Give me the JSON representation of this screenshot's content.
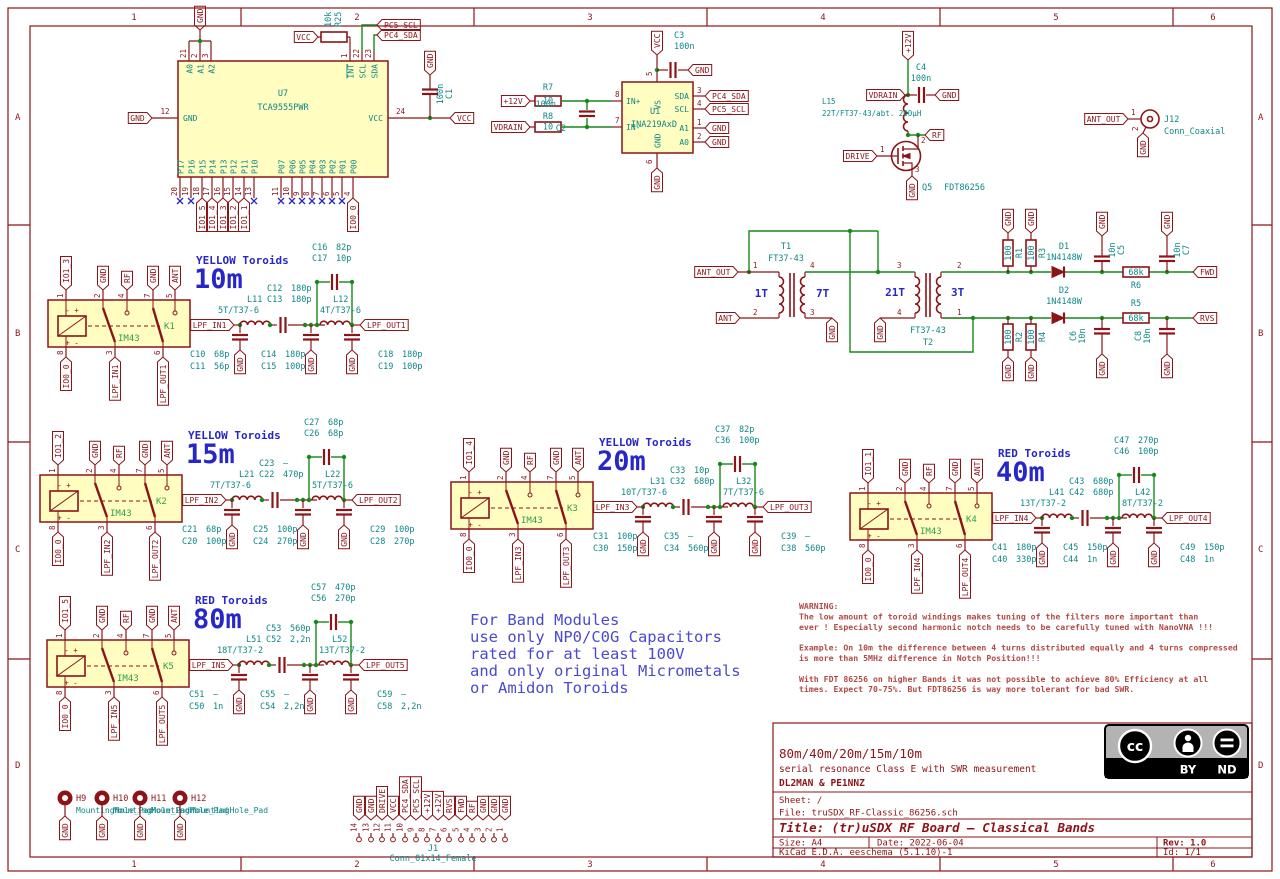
{
  "common": {
    "gnd": "GND",
    "vcc": "VCC",
    "rf": "RF",
    "ant": "ANT",
    "ant_out": "ANT_OUT",
    "v12": "+12V",
    "vdrain": "VDRAIN",
    "drive": "DRIVE",
    "fwd": "FWD",
    "rvs": "RVS",
    "pc4_sda": "PC4_SDA",
    "pc5_scl": "PC5_SCL",
    "io0": "IO0_0"
  },
  "sheet": {
    "columns": [
      "1",
      "2",
      "3",
      "4",
      "5",
      "6"
    ],
    "rows": [
      "A",
      "B",
      "C",
      "D"
    ]
  },
  "colors": {
    "component_red": "#8c1418",
    "wire_green": "#16891b",
    "field_teal": "#0d8787",
    "heading_blue": "#2727c8",
    "note_blue": "#4a4acd",
    "warning_red": "#b04a46",
    "body_yellow": "#fffdc0",
    "relay_text_green": "#2fa04f",
    "badge_gray": "#b3b3b3"
  },
  "u7": {
    "ref": "U7",
    "value": "TCA9555PWR",
    "left_pin": {
      "num": "12",
      "name": "GND"
    },
    "right_pin": {
      "num": "24",
      "name": "VCC"
    },
    "decoupling": {
      "ref": "C1",
      "value": "100n"
    },
    "pullup": {
      "ref": "R25",
      "value": "10k"
    },
    "addr_pins": [
      {
        "num": "21",
        "name": "A0"
      },
      {
        "num": "2",
        "name": "A1"
      },
      {
        "num": "3",
        "name": "A2"
      }
    ],
    "i2c_pins": [
      {
        "num": "1",
        "name": "INT"
      },
      {
        "num": "22",
        "name": "SCL"
      },
      {
        "num": "23",
        "name": "SDA"
      }
    ],
    "port1": [
      {
        "num": "20",
        "name": "P17",
        "nc": true
      },
      {
        "num": "19",
        "name": "P16",
        "nc": true
      },
      {
        "num": "18",
        "name": "P15",
        "label": "IO1_5"
      },
      {
        "num": "17",
        "name": "P14",
        "label": "IO1_4"
      },
      {
        "num": "16",
        "name": "P13",
        "label": "IO1_3"
      },
      {
        "num": "15",
        "name": "P12",
        "label": "IO1_2"
      },
      {
        "num": "14",
        "name": "P11",
        "label": "IO1_1"
      },
      {
        "num": "13",
        "name": "P10",
        "nc": true
      }
    ],
    "port0": [
      {
        "num": "11",
        "name": "P07",
        "nc": true
      },
      {
        "num": "10",
        "name": "P06",
        "nc": true
      },
      {
        "num": "9",
        "name": "P05",
        "nc": true
      },
      {
        "num": "8",
        "name": "P04",
        "nc": true
      },
      {
        "num": "7",
        "name": "P03",
        "nc": true
      },
      {
        "num": "6",
        "name": "P02",
        "nc": true
      },
      {
        "num": "5",
        "name": "P01",
        "nc": true
      },
      {
        "num": "4",
        "name": "P00",
        "label": "IO0_0"
      }
    ]
  },
  "u1": {
    "ref": "U1",
    "value": "INA219AxD",
    "vs": {
      "num": "5",
      "name": "VS"
    },
    "gnd": {
      "num": "6",
      "name": "GND"
    },
    "in_p": {
      "num": "8",
      "name": "IN+"
    },
    "in_n": {
      "num": "7",
      "name": "IN-"
    },
    "r7": {
      "ref": "R7",
      "value": "10"
    },
    "r8": {
      "ref": "R8",
      "value": "10"
    },
    "c2": {
      "ref": "C2",
      "value": "100n"
    },
    "c3": {
      "ref": "C3",
      "value": "100n"
    },
    "sda": {
      "num": "3",
      "name": "SDA"
    },
    "scl": {
      "num": "4",
      "name": "SCL"
    },
    "a1": {
      "num": "1",
      "name": "A1"
    },
    "a0": {
      "num": "2",
      "name": "A0"
    }
  },
  "pa": {
    "l15": {
      "ref": "L15",
      "value": "22T/FT37-43/abt. 200µH"
    },
    "q5": {
      "ref": "Q5",
      "value": "FDT86256",
      "gate": "1",
      "drain": "2",
      "source": "3"
    },
    "c4": {
      "ref": "C4",
      "value": "100n"
    }
  },
  "j12": {
    "ref": "J12",
    "value": "Conn_Coaxial",
    "pin1": "1",
    "pin2": "2"
  },
  "bridge": {
    "t1": {
      "ref": "T1",
      "value": "FT37-43",
      "primary_turns": "1T",
      "secondary_turns": "7T",
      "pin1": "1",
      "pin2": "2",
      "pin3": "3",
      "pin4": "4"
    },
    "t2": {
      "ref": "T2",
      "value": "FT37-43",
      "primary_turns": "21T",
      "secondary_turns": "3T",
      "pin1": "1",
      "pin2": "2",
      "pin3": "3",
      "pin4": "4"
    },
    "fwd": {
      "r_shunt1": {
        "ref": "R1",
        "value": "100"
      },
      "r_shunt2": {
        "ref": "R3",
        "value": "100"
      },
      "diode": {
        "ref": "D1",
        "value": "1N4148W"
      },
      "c_a": {
        "ref": "C5",
        "value": "10n"
      },
      "r_series": {
        "ref": "R6",
        "value": "68k"
      },
      "c_b": {
        "ref": "C7",
        "value": "10n"
      }
    },
    "rvs": {
      "r_shunt1": {
        "ref": "R2",
        "value": "100"
      },
      "r_shunt2": {
        "ref": "R4",
        "value": "100"
      },
      "diode": {
        "ref": "D2",
        "value": "1N4148W"
      },
      "c_a": {
        "ref": "C6",
        "value": "10n"
      },
      "r_series": {
        "ref": "R5",
        "value": "68k"
      },
      "c_b": {
        "ref": "C8",
        "value": "10n"
      }
    }
  },
  "relay_pins": {
    "top": [
      "1",
      "2",
      "4",
      "7",
      "5"
    ],
    "bottom": [
      "8",
      "3",
      "6"
    ]
  },
  "relay_coil": {
    "top": "- +",
    "bottom": "+ -"
  },
  "filters": [
    {
      "band": "10m",
      "toroids": "YELLOW Toroids",
      "relay": {
        "ref": "K1",
        "value": "IM43"
      },
      "io": "IO1_3",
      "input": "LPF_IN1",
      "output": "LPF_OUT1",
      "l_in": {
        "ref": "L11",
        "value": "5T/T37-6"
      },
      "l_out": {
        "ref": "L12",
        "value": "4T/T37-6"
      },
      "series": [
        [
          "C12",
          "180p"
        ],
        [
          "C13",
          "180p"
        ]
      ],
      "bridge": [
        [
          "C16",
          "82p"
        ],
        [
          "C17",
          "10p"
        ]
      ],
      "shunt_in": [
        [
          "C10",
          "68p"
        ],
        [
          "C11",
          "56p"
        ]
      ],
      "shunt_mid": [
        [
          "C14",
          "180p"
        ],
        [
          "C15",
          "100p"
        ]
      ],
      "shunt_out": [
        [
          "C18",
          "180p"
        ],
        [
          "C19",
          "100p"
        ]
      ]
    },
    {
      "band": "15m",
      "toroids": "YELLOW Toroids",
      "relay": {
        "ref": "K2",
        "value": "IM43"
      },
      "io": "IO1_2",
      "input": "LPF_IN2",
      "output": "LPF_OUT2",
      "l_in": {
        "ref": "L21",
        "value": "7T/T37-6"
      },
      "l_out": {
        "ref": "L22",
        "value": "5T/T37-6"
      },
      "series": [
        [
          "C23",
          "–"
        ],
        [
          "C22",
          "470p"
        ]
      ],
      "bridge": [
        [
          "C27",
          "68p"
        ],
        [
          "C26",
          "68p"
        ]
      ],
      "shunt_in": [
        [
          "C21",
          "68p"
        ],
        [
          "C20",
          "100p"
        ]
      ],
      "shunt_mid": [
        [
          "C25",
          "100p"
        ],
        [
          "C24",
          "270p"
        ]
      ],
      "shunt_out": [
        [
          "C29",
          "100p"
        ],
        [
          "C28",
          "270p"
        ]
      ]
    },
    {
      "band": "20m",
      "toroids": "YELLOW Toroids",
      "relay": {
        "ref": "K3",
        "value": "IM43"
      },
      "io": "IO1_4",
      "input": "LPF_IN3",
      "output": "LPF_OUT3",
      "l_in": {
        "ref": "L31",
        "value": "10T/T37-6"
      },
      "l_out": {
        "ref": "L32",
        "value": "7T/T37-6"
      },
      "series": [
        [
          "C33",
          "10p"
        ],
        [
          "C32",
          "680p"
        ]
      ],
      "bridge": [
        [
          "C37",
          "82p"
        ],
        [
          "C36",
          "100p"
        ]
      ],
      "shunt_in": [
        [
          "C31",
          "100p"
        ],
        [
          "C30",
          "150p"
        ]
      ],
      "shunt_mid": [
        [
          "C35",
          "–"
        ],
        [
          "C34",
          "560p"
        ]
      ],
      "shunt_out": [
        [
          "C39",
          "–"
        ],
        [
          "C38",
          "560p"
        ]
      ]
    },
    {
      "band": "40m",
      "toroids": "RED Toroids",
      "relay": {
        "ref": "K4",
        "value": "IM43"
      },
      "io": "IO1_1",
      "input": "LPF_IN4",
      "output": "LPF_OUT4",
      "l_in": {
        "ref": "L41",
        "value": "13T/T37-2"
      },
      "l_out": {
        "ref": "L42",
        "value": "8T/T37-2"
      },
      "series": [
        [
          "C43",
          "680p"
        ],
        [
          "C42",
          "680p"
        ]
      ],
      "bridge": [
        [
          "C47",
          "270p"
        ],
        [
          "C46",
          "100p"
        ]
      ],
      "shunt_in": [
        [
          "C41",
          "180p"
        ],
        [
          "C40",
          "330p"
        ]
      ],
      "shunt_mid": [
        [
          "C45",
          "150p"
        ],
        [
          "C44",
          "1n"
        ]
      ],
      "shunt_out": [
        [
          "C49",
          "150p"
        ],
        [
          "C48",
          "1n"
        ]
      ]
    },
    {
      "band": "80m",
      "toroids": "RED Toroids",
      "relay": {
        "ref": "K5",
        "value": "IM43"
      },
      "io": "IO1_5",
      "input": "LPF_IN5",
      "output": "LPF_OUT5",
      "l_in": {
        "ref": "L51",
        "value": "18T/T37-2"
      },
      "l_out": {
        "ref": "L52",
        "value": "13T/T37-2"
      },
      "series": [
        [
          "C53",
          "560p"
        ],
        [
          "C52",
          "2,2n"
        ]
      ],
      "bridge": [
        [
          "C57",
          "470p"
        ],
        [
          "C56",
          "270p"
        ]
      ],
      "shunt_in": [
        [
          "C51",
          "–"
        ],
        [
          "C50",
          "1n"
        ]
      ],
      "shunt_mid": [
        [
          "C55",
          "–"
        ],
        [
          "C54",
          "2,2n"
        ]
      ],
      "shunt_out": [
        [
          "C59",
          "–"
        ],
        [
          "C58",
          "2,2n"
        ]
      ]
    }
  ],
  "notes": [
    "For Band Modules",
    "use only NP0/C0G Capacitors",
    "rated for at least 100V",
    "and only original Micrometals",
    "or Amidon Toroids"
  ],
  "warning": [
    "WARNING:",
    "The low amount of toroid windings makes tuning of the filters more important than",
    " ever ! Especially second harmonic notch needs to be carefully tuned with NanoVNA !!!",
    "",
    "Example: On 10m  the difference between 4 turns distributed equally and 4 turns compressed",
    " is more than 5MHz difference in Notch Position!!!",
    "",
    "With FDT 86256 on higher Bands it was not possible to achieve 80% Efficiency at all",
    "times. Expect 70-75%. But FDT86256 is way more tolerant for bad SWR."
  ],
  "mounting": {
    "refs": [
      "H9",
      "H10",
      "H11",
      "H12"
    ],
    "value": "MountingHole_Pad"
  },
  "j1": {
    "ref": "J1",
    "value": "Conn_01x14_Female",
    "pins": [
      {
        "num": "14",
        "net": "GND"
      },
      {
        "num": "13",
        "net": "GND"
      },
      {
        "num": "12",
        "net": "DRIVE"
      },
      {
        "num": "11",
        "net": "VCC"
      },
      {
        "num": "10",
        "net": "PC4_SDA"
      },
      {
        "num": "9",
        "net": "PC5_SCL"
      },
      {
        "num": "8",
        "net": "+12V"
      },
      {
        "num": "7",
        "net": "+12V"
      },
      {
        "num": "6",
        "net": "RVS"
      },
      {
        "num": "5",
        "net": "FWD"
      },
      {
        "num": "4",
        "net": "RF"
      },
      {
        "num": "3",
        "net": "GND"
      },
      {
        "num": "2",
        "net": "GND"
      },
      {
        "num": "1",
        "net": "GND"
      }
    ]
  },
  "titleblock": {
    "comment4": "80m/40m/20m/15m/10m",
    "comment3": "serial resonance Class E with SWR measurement",
    "comment2": "DL2MAN & PE1NNZ",
    "sheet": "Sheet: /",
    "file": "File: truSDX_RF-Classic_86256.sch",
    "title": "Title: (tr)uSDX RF Board — Classical Bands",
    "size": "Size: A4",
    "date": "Date: 2022-06-04",
    "rev": "Rev: 1.0",
    "tool": "KiCad E.D.A.  eeschema (5.1.10)-1",
    "id": "Id: 1/1",
    "license": {
      "cc": "cc",
      "by": "BY",
      "nd": "ND"
    }
  }
}
